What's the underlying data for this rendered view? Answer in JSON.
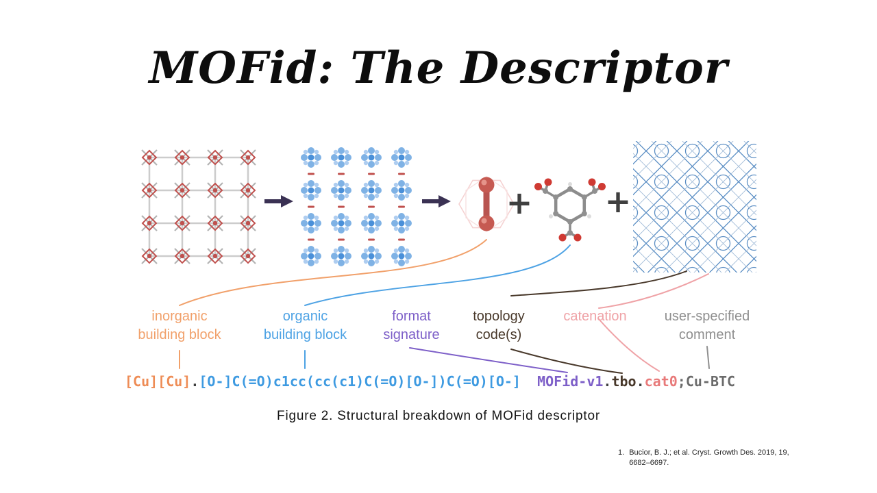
{
  "slide": {
    "title": "MOFid: The Descriptor",
    "caption": "Figure 2. Structural breakdown of MOFid descriptor"
  },
  "diagram": {
    "plus": "+"
  },
  "labels": [
    {
      "id": "inorganic",
      "text": "inorganic\nbuilding block",
      "color": "#f1a06a"
    },
    {
      "id": "organic",
      "text": "organic\nbuilding block",
      "color": "#4da2e4"
    },
    {
      "id": "format",
      "text": "format\nsignature",
      "color": "#7d5fc8"
    },
    {
      "id": "topology",
      "text": "topology\ncode(s)",
      "color": "#48382a"
    },
    {
      "id": "catenation",
      "text": "catenation",
      "color": "#efa2a6"
    },
    {
      "id": "comment",
      "text": "user-specified\ncomment",
      "color": "#8f8f8f"
    }
  ],
  "mofid": {
    "segments": [
      {
        "text": "[Cu][Cu]",
        "color": "#ee8c55"
      },
      {
        "text": ".",
        "color": "#3f3f3f"
      },
      {
        "text": "[O-]C(=O)c1cc(cc(c1)C(=O)[O-])C(=O)[O-]",
        "color": "#3d9ae1"
      },
      {
        "text": "  MOFid-v1",
        "color": "#7d5fc8"
      },
      {
        "text": ".",
        "color": "#3f3f3f"
      },
      {
        "text": "tbo",
        "color": "#48382a"
      },
      {
        "text": ".",
        "color": "#3f3f3f"
      },
      {
        "text": "cat0",
        "color": "#e87a7a"
      },
      {
        "text": ";Cu-BTC",
        "color": "#6b6b6b"
      }
    ]
  },
  "reference": {
    "number": "1.",
    "text": "Bucior, B. J.; et al. Cryst. Growth Des. 2019, 19, 6682–6697."
  }
}
